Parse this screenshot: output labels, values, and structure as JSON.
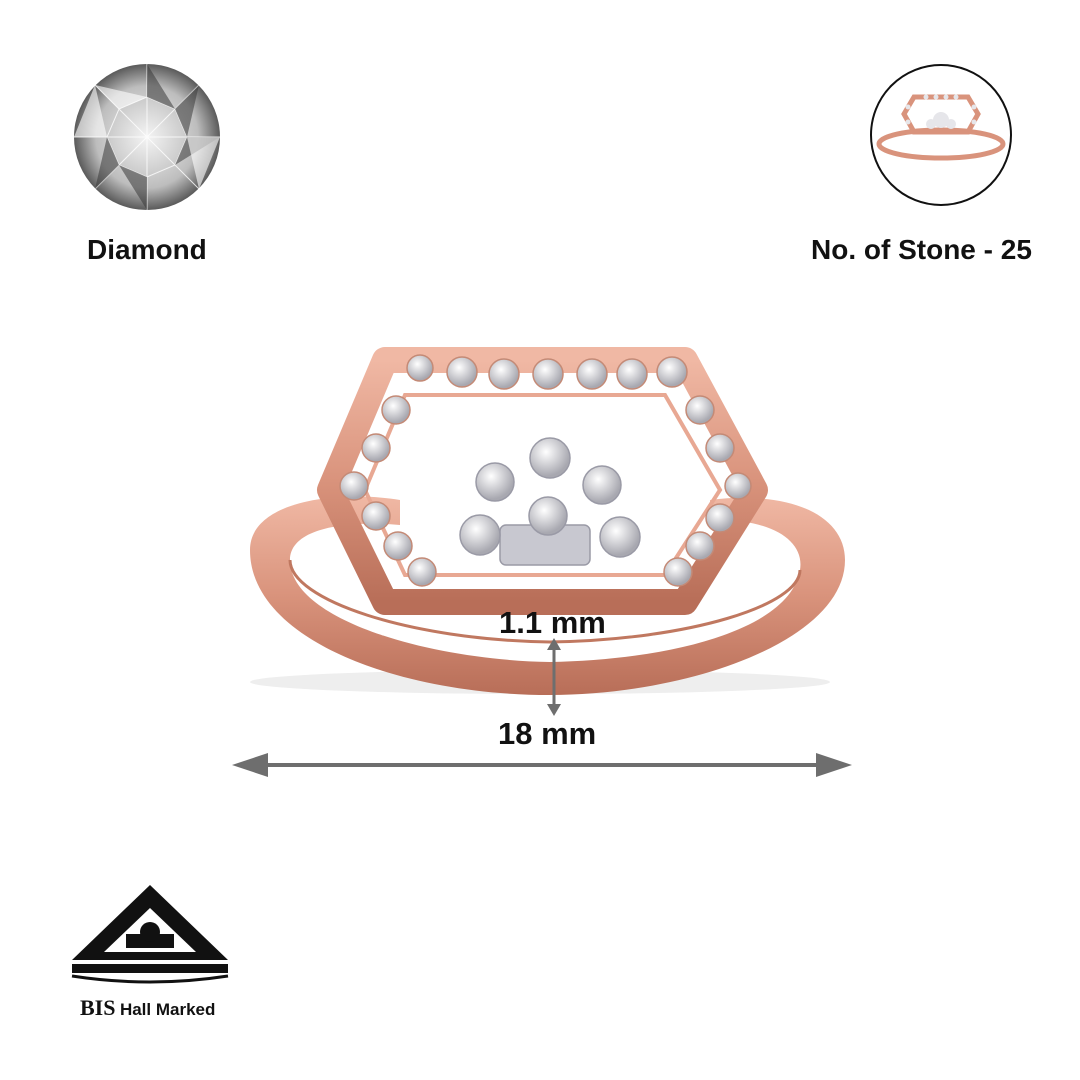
{
  "stone": {
    "icon": "round-diamond-icon",
    "label": "Diamond"
  },
  "stone_count": {
    "icon": "ring-thumbnail",
    "label": "No. of Stone - 25"
  },
  "product": {
    "image": "rose-gold-hexagon-diamond-ring",
    "metal_color": "#d9937c",
    "stone_color": "#e8e8ec"
  },
  "dimensions": {
    "thickness_label": "1.1 mm",
    "width_label": "18 mm",
    "arrow_color": "#6e6e6e"
  },
  "certification": {
    "logo": "bis-hallmark-logo",
    "bis": "BIS",
    "label": "Hall Marked"
  }
}
